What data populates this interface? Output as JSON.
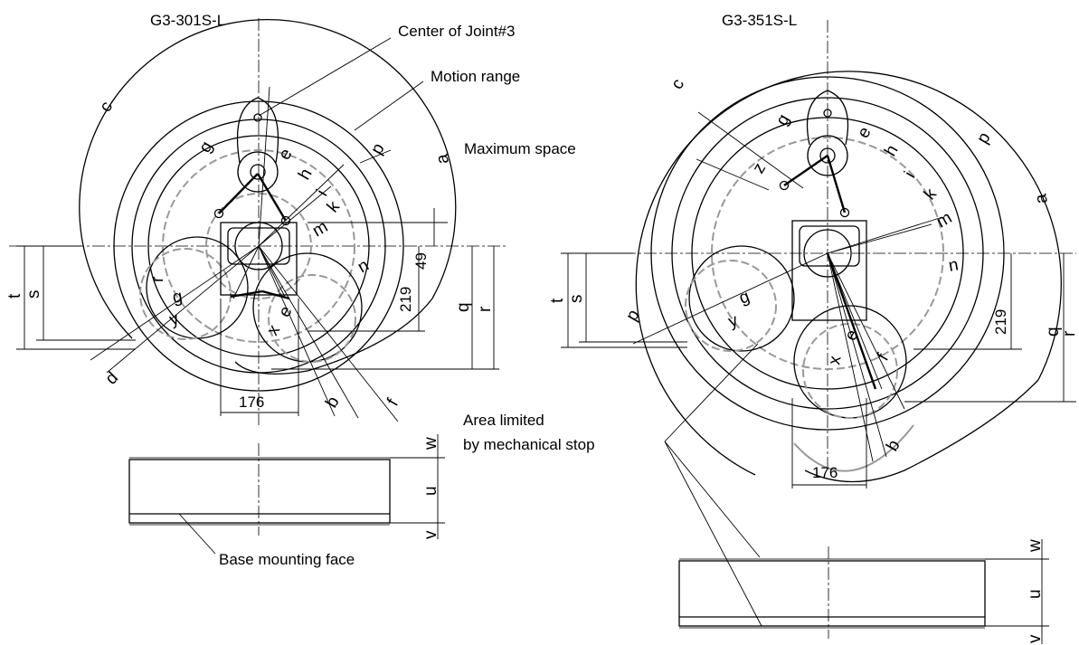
{
  "left": {
    "title": "G3-301S-L",
    "dims": {
      "w176": "176",
      "d49": "49",
      "d219": "219"
    }
  },
  "right": {
    "title": "G3-351S-L",
    "dims": {
      "w176": "176",
      "d219": "219"
    }
  },
  "labels": {
    "center_joint": "Center of Joint#3",
    "motion_range": "Motion range",
    "maximum_space": "Maximum space",
    "base_mounting": "Base mounting face",
    "area_limited_1": "Area limited",
    "area_limited_2": "by mechanical stop"
  },
  "letters": {
    "a": "a",
    "b": "b",
    "c": "c",
    "d": "d",
    "e": "e",
    "f": "f",
    "g": "g",
    "h": "h",
    "i": "i",
    "k": "k",
    "m": "m",
    "n": "n",
    "p": "p",
    "q": "q",
    "r": "r",
    "s": "s",
    "t": "t",
    "u": "u",
    "v": "v",
    "w": "w",
    "x": "x",
    "y": "y",
    "z": "z"
  },
  "colors": {
    "line": "#000000",
    "limit_dashed": "#999999",
    "background": "#ffffff"
  }
}
